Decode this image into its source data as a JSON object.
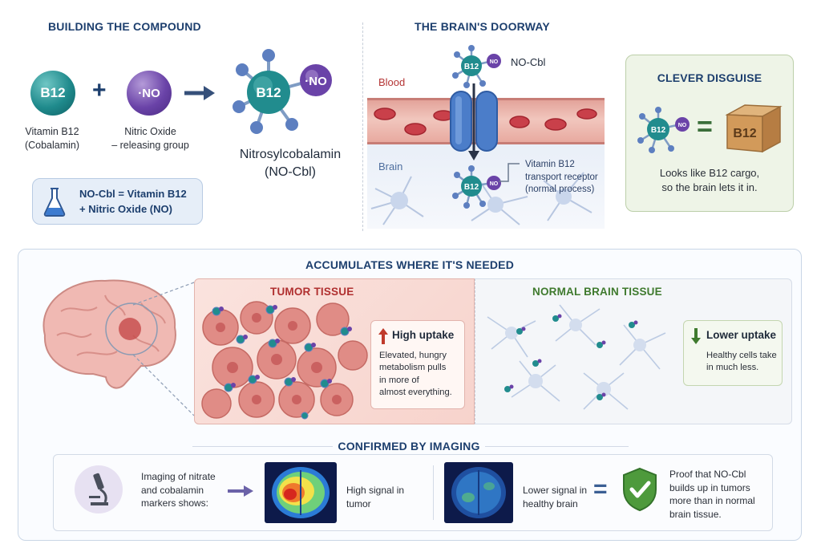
{
  "building": {
    "title": "BUILDING THE COMPOUND",
    "b12_badge": "B12",
    "no_badge": "·NO",
    "plus": "+",
    "b12_caption_1": "Vitamin B12",
    "b12_caption_2": "(Cobalamin)",
    "no_caption_1": "Nitric Oxide",
    "no_caption_2": "– releasing group",
    "result_b12": "B12",
    "result_no": "·NO",
    "result_name_1": "Nitrosylcobalamin",
    "result_name_2": "(NO-Cbl)",
    "formula_1": "NO-Cbl = Vitamin B12",
    "formula_2": "+ Nitric Oxide (NO)"
  },
  "doorway": {
    "title": "THE BRAIN'S DOORWAY",
    "mol_b12": "B12",
    "mol_no": "NO",
    "mol_label": "NO-Cbl",
    "blood_label": "Blood",
    "brain_label": "Brain",
    "receptor_1": "Vitamin B12",
    "receptor_2": "transport receptor",
    "receptor_3": "(normal process)"
  },
  "disguise": {
    "title": "CLEVER DISGUISE",
    "mol_b12": "B12",
    "mol_no": "NO",
    "equals": "=",
    "box_label": "B12",
    "caption_1": "Looks like B12 cargo,",
    "caption_2": "so the brain lets it in."
  },
  "accumulates": {
    "title": "ACCUMULATES WHERE IT'S NEEDED",
    "tumor_title": "TUMOR TISSUE",
    "high_title": "High uptake",
    "high_1": "Elevated, hungry",
    "high_2": "metabolism pulls",
    "high_3": "in more of",
    "high_4": "almost everything.",
    "normal_title": "NORMAL BRAIN TISSUE",
    "low_title": "Lower uptake",
    "low_1": "Healthy cells take",
    "low_2": "in much less."
  },
  "imaging": {
    "title": "CONFIRMED BY IMAGING",
    "intro_1": "Imaging of nitrate",
    "intro_2": "and cobalamin",
    "intro_3": "markers shows:",
    "high_1": "High signal in",
    "high_2": "tumor",
    "low_1": "Lower signal in",
    "low_2": "healthy brain",
    "equals": "=",
    "proof_1": "Proof that NO-Cbl",
    "proof_2": "builds up in tumors",
    "proof_3": "more than in normal",
    "proof_4": "brain tissue."
  },
  "colors": {
    "title_blue": "#1d3f6e",
    "tumor_red": "#b03030",
    "normal_green": "#3f7a2e",
    "b12_teal": "#1f8a8c",
    "no_purple": "#6a43a8"
  }
}
